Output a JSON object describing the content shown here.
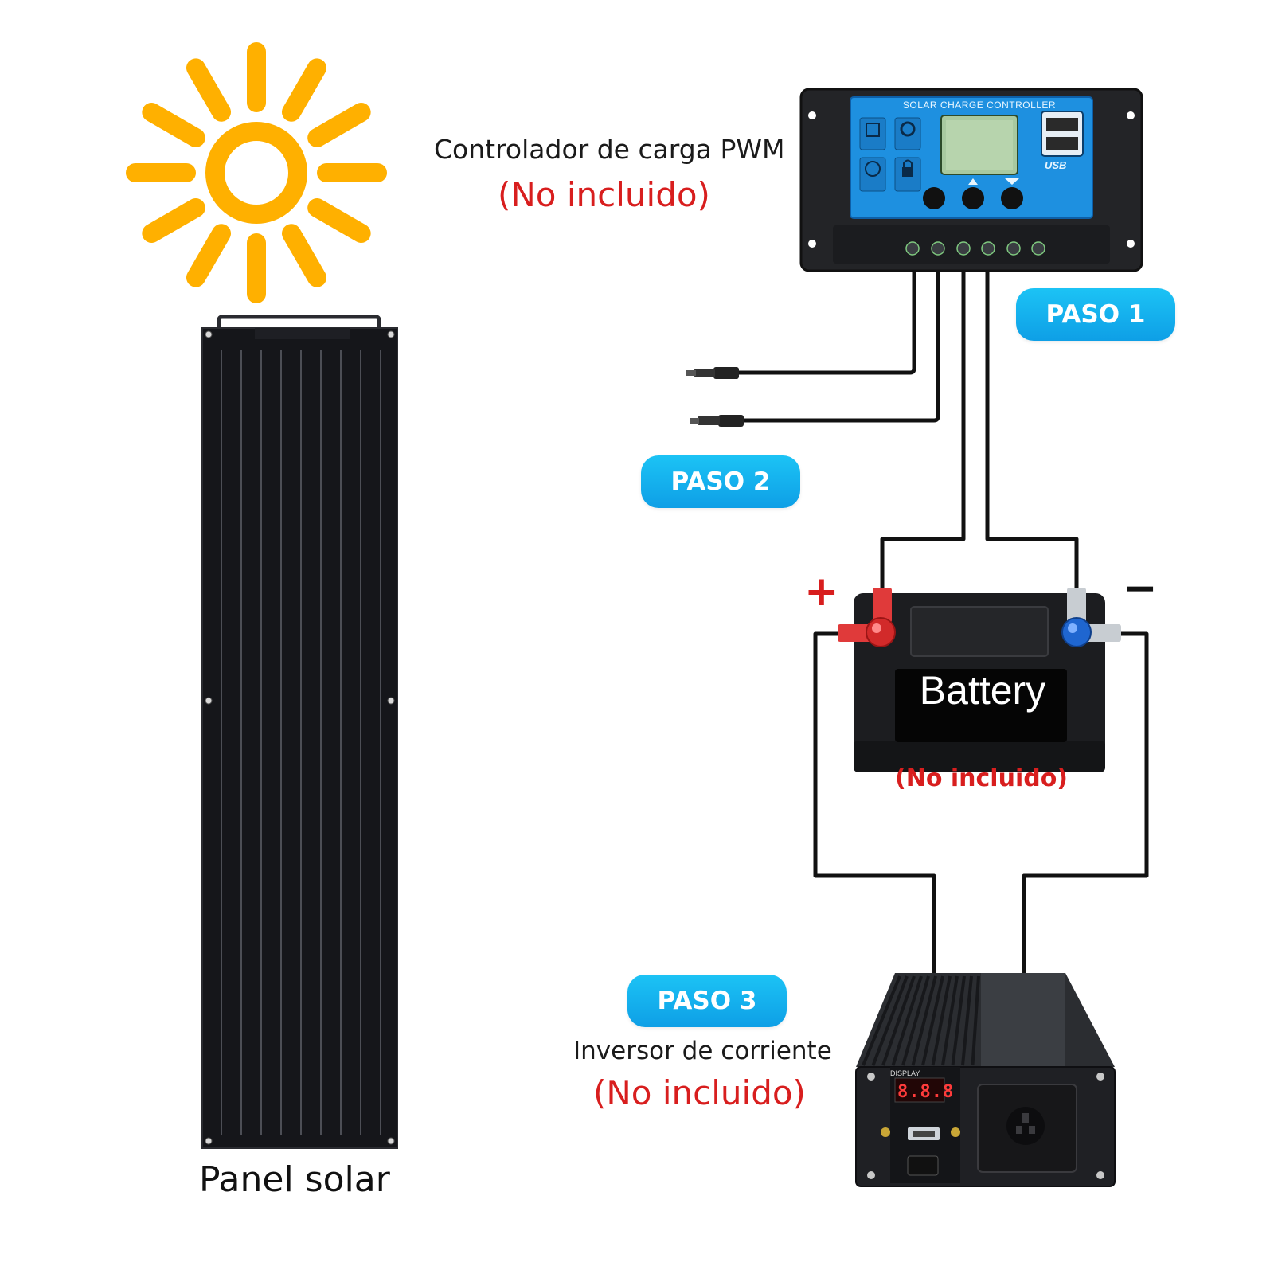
{
  "controller": {
    "title": "Controlador de carga PWM",
    "note": "(No incluido)",
    "screen_title": "SOLAR CHARGE CONTROLLER",
    "usb_label": "USB"
  },
  "steps": {
    "step1": "PASO 1",
    "step2": "PASO 2",
    "step3": "PASO 3"
  },
  "battery": {
    "label": "Battery",
    "note": "(No incluido)",
    "plus_sign": "+",
    "minus_sign": "−"
  },
  "inverter": {
    "title": "Inversor de corriente",
    "note": "(No incluido)",
    "display_label": "DISPLAY",
    "display_digits": "8.8.8"
  },
  "panel": {
    "label": "Panel solar"
  },
  "colors": {
    "sun": "#ffb000",
    "badge": "#12aef0",
    "note_red": "#d81e1e",
    "controller_screen": "#1e90e0",
    "panel": "#15161a"
  },
  "icons": [
    "sun-icon",
    "solar-panel-icon",
    "charge-controller-icon",
    "battery-icon",
    "inverter-icon",
    "mc4-connector-icon"
  ]
}
